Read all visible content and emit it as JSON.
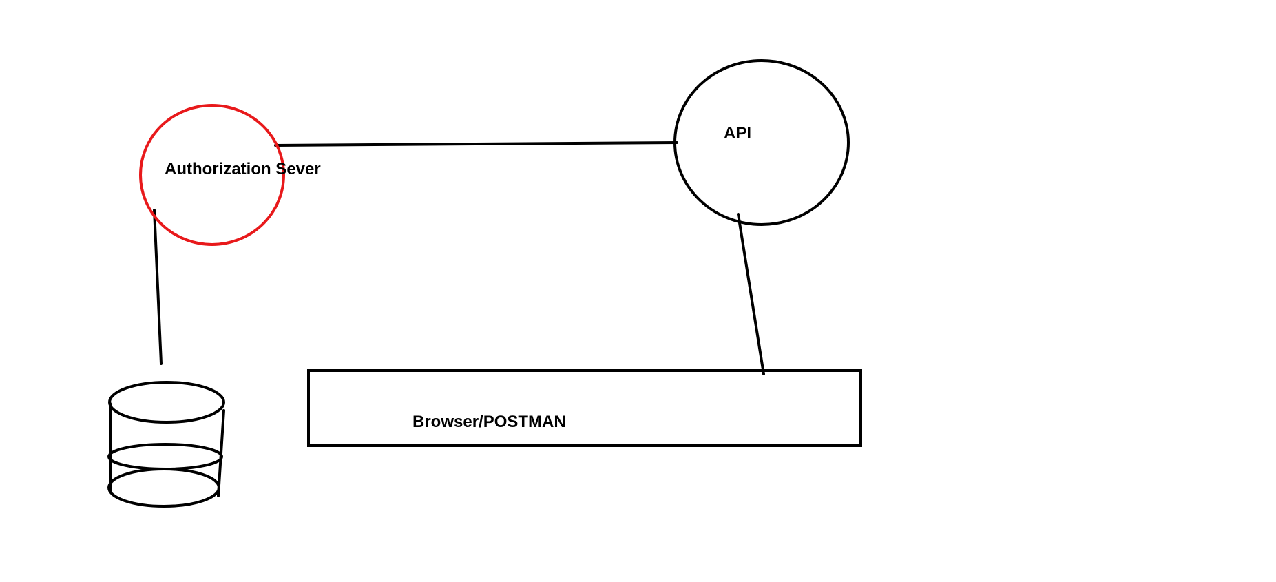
{
  "diagram": {
    "nodes": {
      "authorization_server": {
        "label": "Authorization Sever",
        "shape": "circle",
        "stroke_color": "#e8191b"
      },
      "api": {
        "label": "API",
        "shape": "circle",
        "stroke_color": "#000000"
      },
      "client": {
        "label": "Browser/POSTMAN",
        "shape": "rectangle",
        "stroke_color": "#000000"
      },
      "database": {
        "label": "",
        "shape": "cylinder",
        "stroke_color": "#000000"
      }
    },
    "edges": [
      {
        "from": "authorization_server",
        "to": "api"
      },
      {
        "from": "authorization_server",
        "to": "database"
      },
      {
        "from": "api",
        "to": "client"
      }
    ]
  }
}
